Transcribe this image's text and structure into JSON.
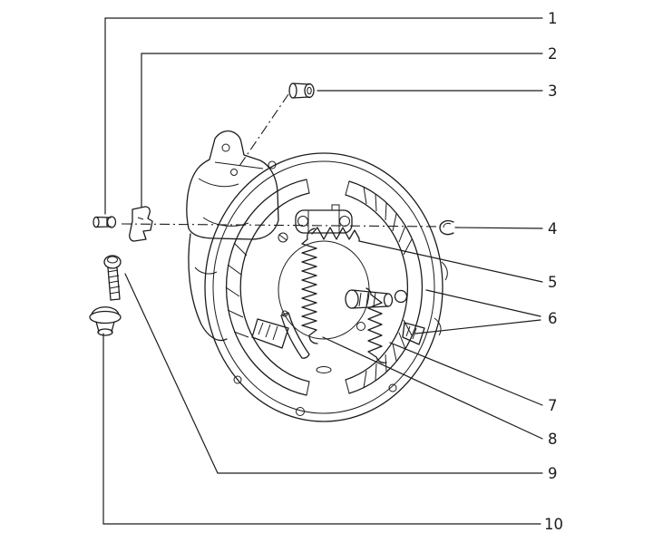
{
  "colors": {
    "ink": "#1c1c1c",
    "background": "#ffffff"
  },
  "callouts": [
    {
      "label": "1"
    },
    {
      "label": "2"
    },
    {
      "label": "3"
    },
    {
      "label": "4"
    },
    {
      "label": "5"
    },
    {
      "label": "6"
    },
    {
      "label": "7"
    },
    {
      "label": "8"
    },
    {
      "label": "9"
    },
    {
      "label": "10"
    }
  ]
}
